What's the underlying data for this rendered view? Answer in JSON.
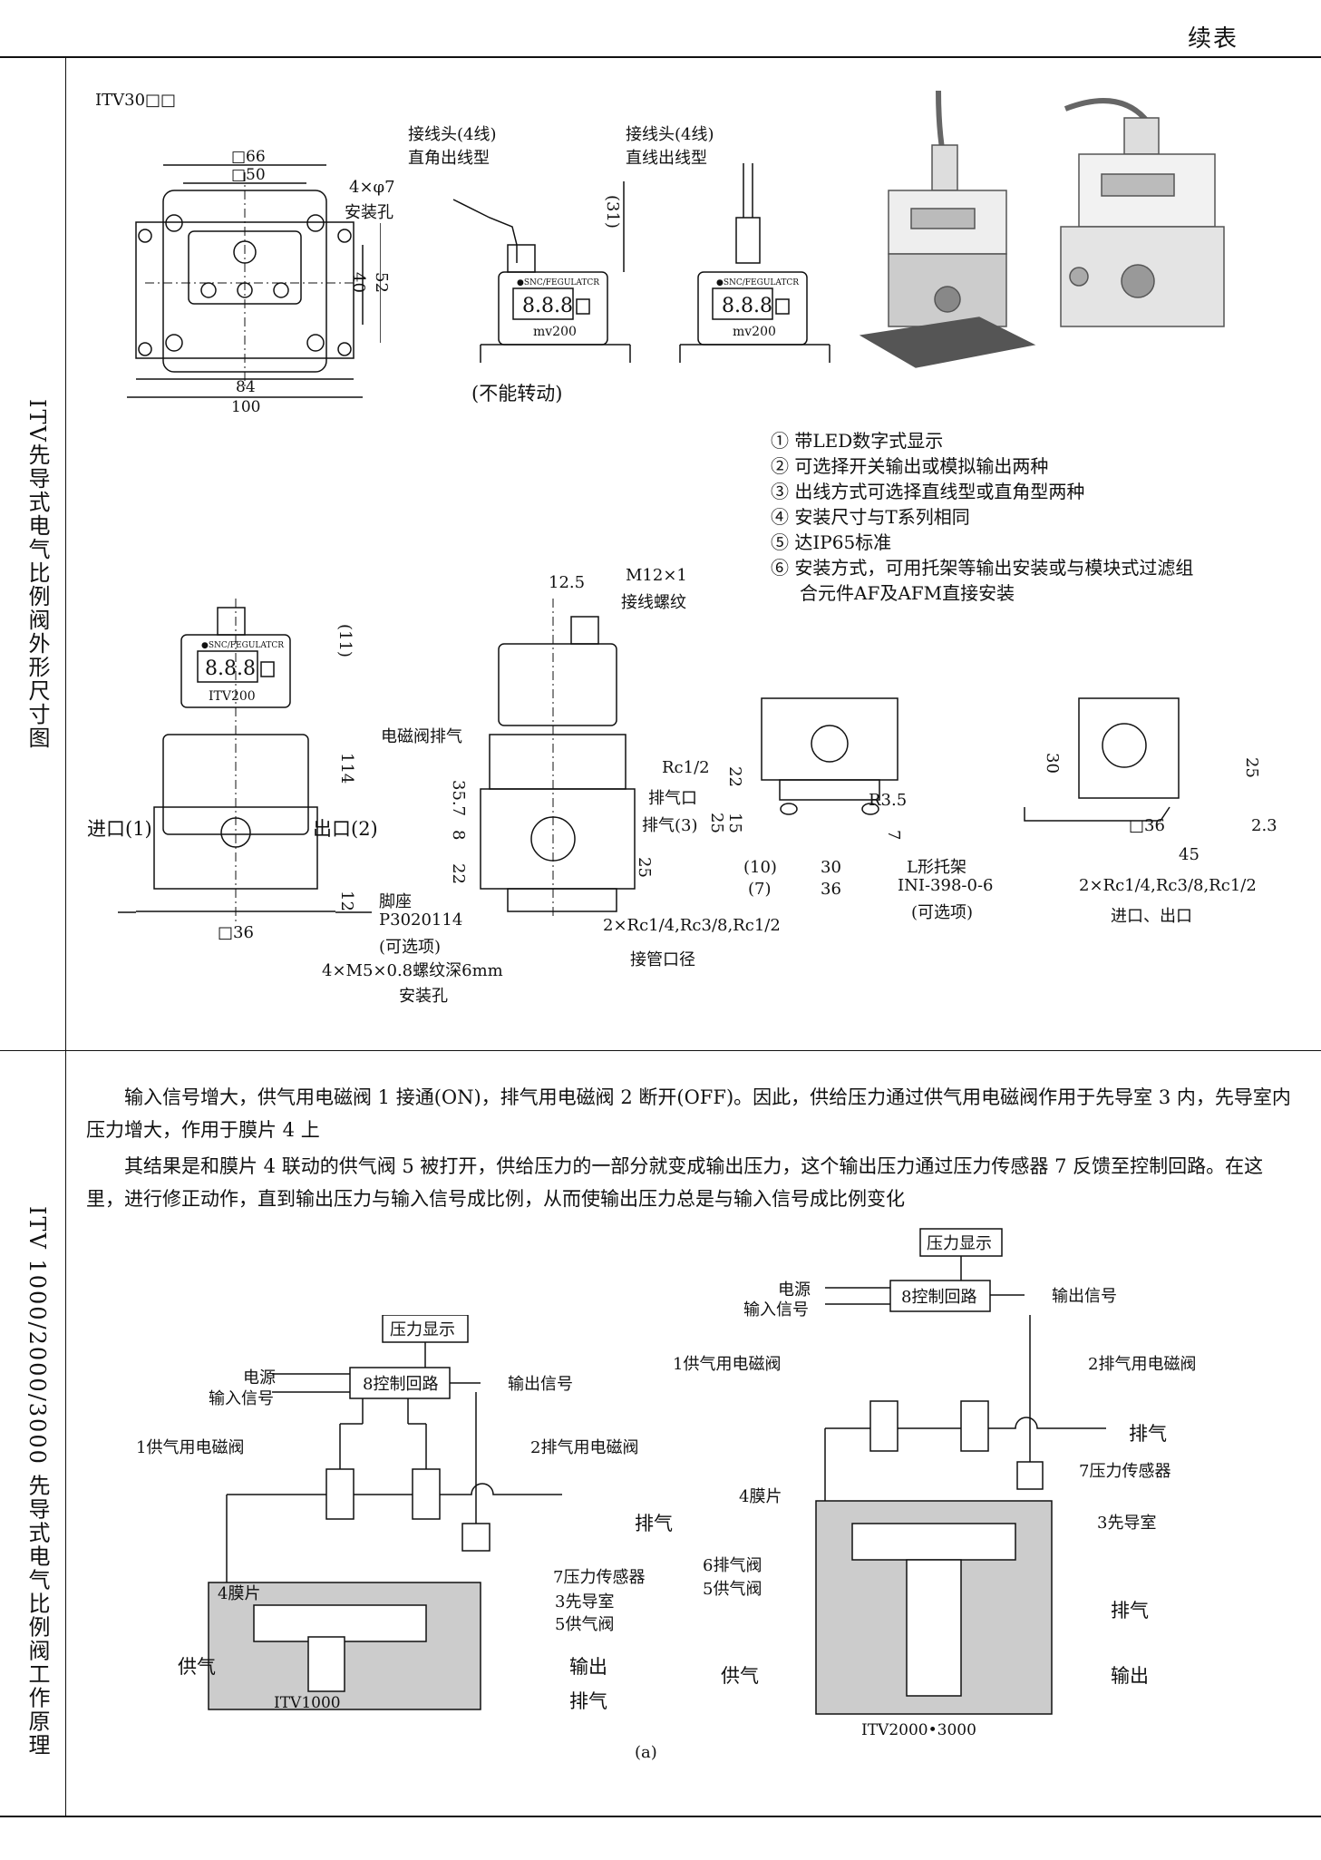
{
  "header": {
    "continued": "续表"
  },
  "row1": {
    "side_label": "ITV先导式电气比例阀外形尺寸图",
    "model": "ITV30□□",
    "front_view": {
      "d66": "□66",
      "d50": "□50",
      "holes": "4×φ7",
      "holes_label": "安装孔",
      "d40": "40",
      "d52": "52",
      "d84": "84",
      "d100": "100"
    },
    "connector_right_angle": {
      "title1": "接线头(4线)",
      "title2": "直角出线型",
      "dim": "(31)",
      "note": "(不能转动)"
    },
    "connector_straight": {
      "title1": "接线头(4线)",
      "title2": "直线出线型"
    },
    "lcd": {
      "brand": "●SNC/FEGULATCR",
      "digits": "8.8.8",
      "model_mv": "mv200",
      "model_itv": "ITV200"
    },
    "features": [
      "① 带LED数字式显示",
      "② 可选择开关输出或模拟输出两种",
      "③ 出线方式可选择直线型或直角型两种",
      "④ 安装尺寸与T系列相同",
      "⑤ 达IP65标准",
      "⑥ 安装方式，可用托架等输出安装或与模块式过滤组",
      "合元件AF及AFM直接安装"
    ],
    "bottom_views": {
      "inlet": "进口(1)",
      "outlet": "出口(2)",
      "d11": "(11)",
      "d114": "114",
      "d12": "12",
      "d36": "□36",
      "foot": "脚座",
      "foot_part": "P3020114",
      "optional": "(可选项)",
      "screw": "4×M5×0.8螺纹深6mm",
      "mount_hole": "安装孔",
      "d12_5": "12.5",
      "m12": "M12×1",
      "m12_label": "接线螺纹",
      "solenoid_exh": "电磁阀排气",
      "rc12": "Rc1/2",
      "exh_port": "排气口",
      "exh3": "排气(3)",
      "d35_7": "35.7",
      "d8": "8",
      "d22": "22",
      "d25": "25",
      "ports": "2×Rc1/4,Rc3/8,Rc1/2",
      "pipe": "接管口径",
      "r35": "R3.5",
      "d7": "7",
      "d15": "15",
      "d22b": "22",
      "d25b": "25",
      "d10": "(10)",
      "d7b": "(7)",
      "d30": "30",
      "d36b": "36",
      "bracket": "L形托架",
      "bracket_part": "INI-398-0-6",
      "optional2": "(可选项)",
      "d30b": "30",
      "d25c": "25",
      "d36c": "□36",
      "d45": "45",
      "d2_3": "2.3",
      "ports2": "2×Rc1/4,Rc3/8,Rc1/2",
      "inout": "进口、出口"
    }
  },
  "row2": {
    "side_label": "ITV 1000/2000/3000 先导式电气比例阀工作原理",
    "para1": "输入信号增大，供气用电磁阀 1 接通(ON)，排气用电磁阀 2 断开(OFF)。因此，供给压力通过供气用电磁阀作用于先导室 3 内，先导室内压力增大，作用于膜片 4 上",
    "para2": "其结果是和膜片 4 联动的供气阀 5 被打开，供给压力的一部分就变成输出压力，这个输出压力通过压力传感器 7 反馈至控制回路。在这里，进行修正动作，直到输出压力与输入信号成比例，从而使输出压力总是与输入信号成比例变化",
    "left": {
      "pressure_display": "压力显示",
      "power": "电源",
      "input": "输入信号",
      "control": "8控制回路",
      "output_signal": "输出信号",
      "valve1": "1供气用电磁阀",
      "valve2": "2排气用电磁阀",
      "exhaust": "排气",
      "sensor": "7压力传感器",
      "diaphragm": "4膜片",
      "pilot": "3先导室",
      "supply_valve": "5供气阀",
      "supply": "供气",
      "output": "输出",
      "exhaust2": "排气",
      "caption": "ITV1000"
    },
    "right": {
      "pressure_display": "压力显示",
      "power": "电源",
      "input": "输入信号",
      "control": "8控制回路",
      "output_signal": "输出信号",
      "valve1": "1供气用电磁阀",
      "valve2": "2排气用电磁阀",
      "exhaust": "排气",
      "sensor": "7压力传感器",
      "diaphragm": "4膜片",
      "pilot": "3先导室",
      "exhaust_valve": "6排气阀",
      "supply_valve": "5供气阀",
      "exhaust2": "排气",
      "supply": "供气",
      "output": "输出",
      "caption": "ITV2000•3000"
    },
    "fig_label": "(a)"
  }
}
